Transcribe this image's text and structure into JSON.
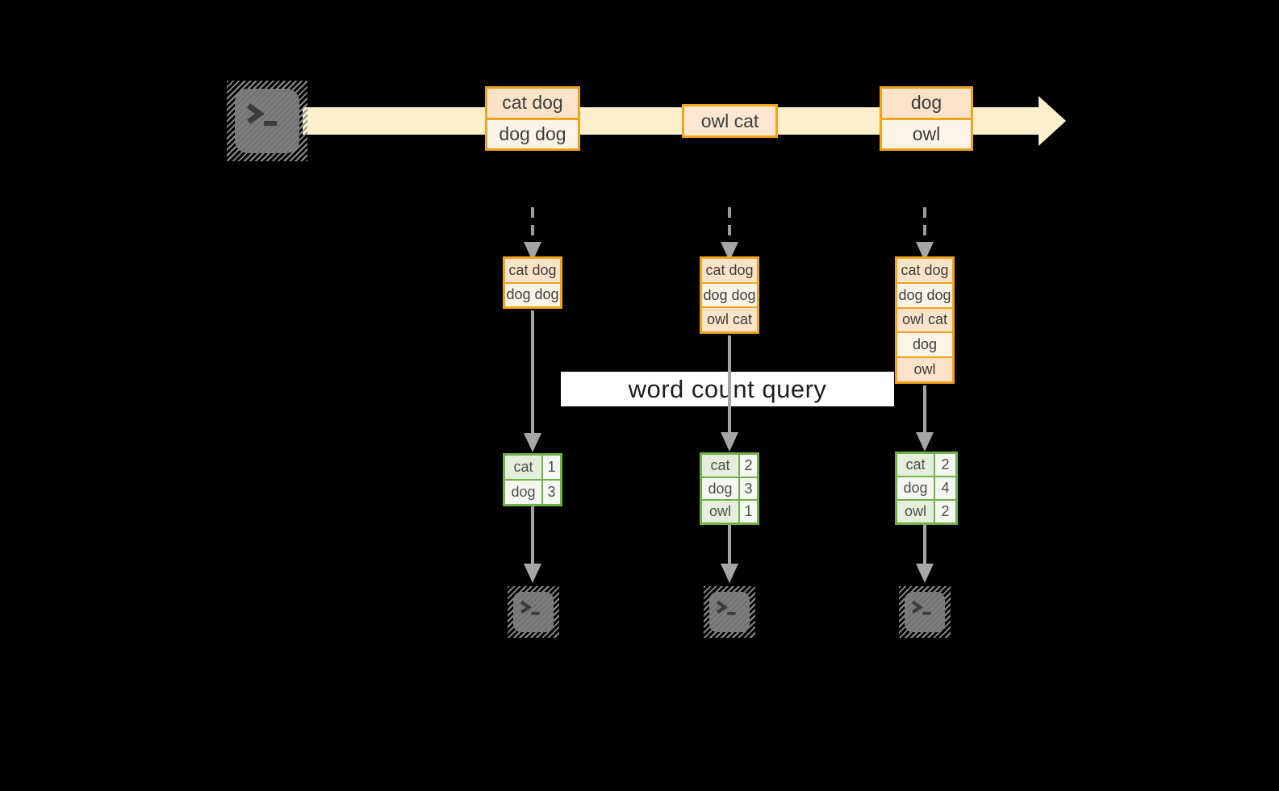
{
  "diagram": {
    "stream": {
      "source_icon": "terminal-icon",
      "events": [
        {
          "rows": [
            "cat dog",
            "dog dog"
          ]
        },
        {
          "rows": [
            "owl cat"
          ]
        },
        {
          "rows": [
            "dog",
            "owl"
          ]
        }
      ]
    },
    "query": {
      "label": "word count query"
    },
    "columns": [
      {
        "batch": [
          "cat dog",
          "dog dog"
        ],
        "counts": [
          {
            "word": "cat",
            "value": "1"
          },
          {
            "word": "dog",
            "value": "3"
          }
        ],
        "sink_icon": "terminal-icon"
      },
      {
        "batch": [
          "cat dog",
          "dog dog",
          "owl cat"
        ],
        "counts": [
          {
            "word": "cat",
            "value": "2"
          },
          {
            "word": "dog",
            "value": "3"
          },
          {
            "word": "owl",
            "value": "1"
          }
        ],
        "sink_icon": "terminal-icon"
      },
      {
        "batch": [
          "cat dog",
          "dog dog",
          "owl cat",
          "dog",
          "owl"
        ],
        "counts": [
          {
            "word": "cat",
            "value": "2"
          },
          {
            "word": "dog",
            "value": "4"
          },
          {
            "word": "owl",
            "value": "2"
          }
        ],
        "sink_icon": "terminal-icon"
      }
    ],
    "colors": {
      "background": "#000000",
      "stream_band": "#FBF0CB",
      "orange_border": "#EFA41E",
      "peach_dark": "#FAE3C8",
      "peach_light": "#FDF3E6",
      "green_border": "#72B04A",
      "green_dark": "#E4EEDA",
      "green_light": "#F4F8F0",
      "arrow_gray": "#A6A6A6",
      "terminal_gray": "#7E7E7E"
    }
  }
}
